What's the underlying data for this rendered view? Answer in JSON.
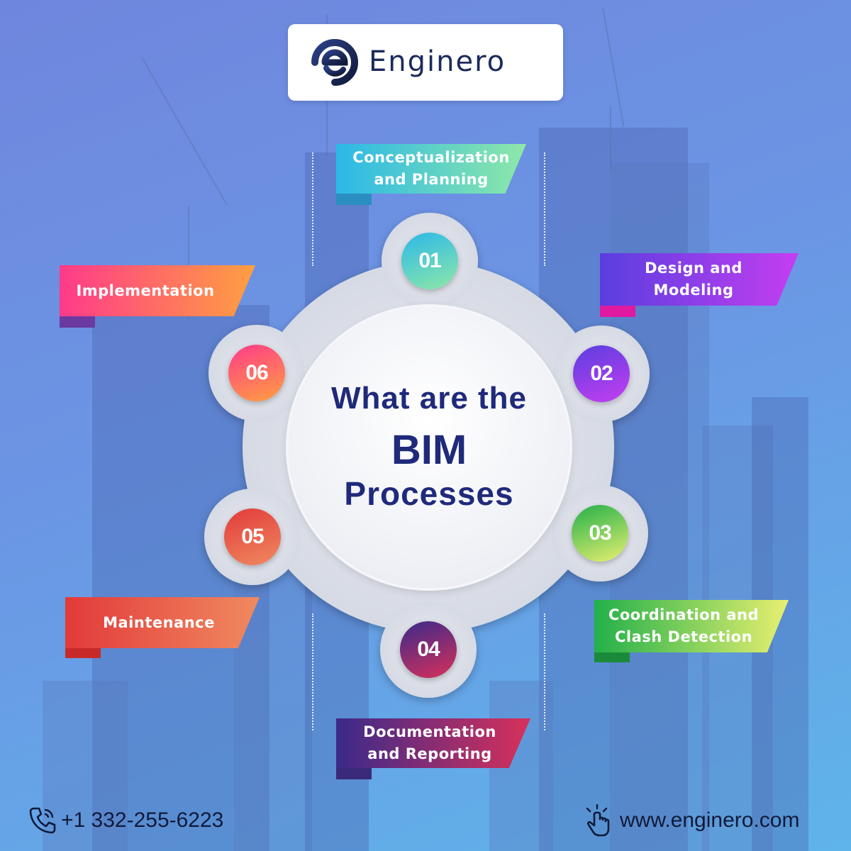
{
  "brand": {
    "name": "Enginero",
    "primary_color": "#1b2a5a"
  },
  "title": {
    "line1": "What are the",
    "line2": "BIM",
    "line3": "Processes"
  },
  "steps": [
    {
      "number": "01",
      "label": "Conceptualization and Planning"
    },
    {
      "number": "02",
      "label": "Design and Modeling"
    },
    {
      "number": "03",
      "label": "Coordination and Clash Detection"
    },
    {
      "number": "04",
      "label": "Documentation and Reporting"
    },
    {
      "number": "05",
      "label": "Maintenance"
    },
    {
      "number": "06",
      "label": "Implementation"
    }
  ],
  "labels_lines": {
    "s1": [
      "Conceptualization",
      "and Planning"
    ],
    "s2": [
      "Design and",
      "Modeling"
    ],
    "s3": [
      "Coordination and",
      "Clash Detection"
    ],
    "s4": [
      "Documentation",
      "and Reporting"
    ],
    "s5": [
      "Maintenance"
    ],
    "s6": [
      "Implementation"
    ]
  },
  "footer": {
    "phone": "+1 332-255-6223",
    "website": "www.enginero.com",
    "phone_icon": "phone-icon",
    "click_icon": "hand-pointer-icon"
  },
  "colors": {
    "title": "#1f2a7a",
    "step1": [
      "#2bb8e8",
      "#8ee8a8"
    ],
    "step2": [
      "#5a3ee0",
      "#c53ef0"
    ],
    "step3": [
      "#22b04a",
      "#e8f070"
    ],
    "step4": [
      "#3a2a8a",
      "#d8305a"
    ],
    "step5": [
      "#e23a3a",
      "#f08a60"
    ],
    "step6": [
      "#ff3a8a",
      "#ffa040"
    ]
  }
}
